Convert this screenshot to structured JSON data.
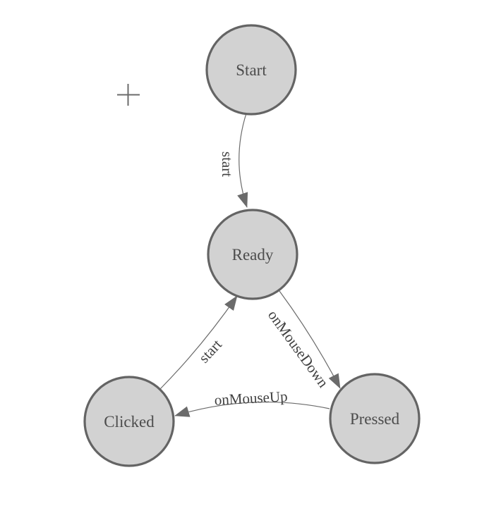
{
  "diagram": {
    "type": "state-machine-graph",
    "nodes": [
      {
        "id": "start",
        "label": "Start"
      },
      {
        "id": "ready",
        "label": "Ready"
      },
      {
        "id": "clicked",
        "label": "Clicked"
      },
      {
        "id": "pressed",
        "label": "Pressed"
      }
    ],
    "edges": [
      {
        "from": "Start",
        "to": "Ready",
        "label": "start"
      },
      {
        "from": "Clicked",
        "to": "Ready",
        "label": "start"
      },
      {
        "from": "Ready",
        "to": "Pressed",
        "label": "onMouseDown"
      },
      {
        "from": "Pressed",
        "to": "Clicked",
        "label": "onMouseUp"
      }
    ],
    "icons": {
      "crosshair": "plus-crosshair"
    },
    "colors": {
      "background": "#ffffff",
      "node_fill": "#d2d2d2",
      "node_stroke": "#646464",
      "node_text": "#4c4c4c",
      "edge_stroke": "#6b6b6b",
      "edge_text": "#404040",
      "arrowhead": "#6b6b6b",
      "crosshair": "#6b6b6b"
    }
  }
}
